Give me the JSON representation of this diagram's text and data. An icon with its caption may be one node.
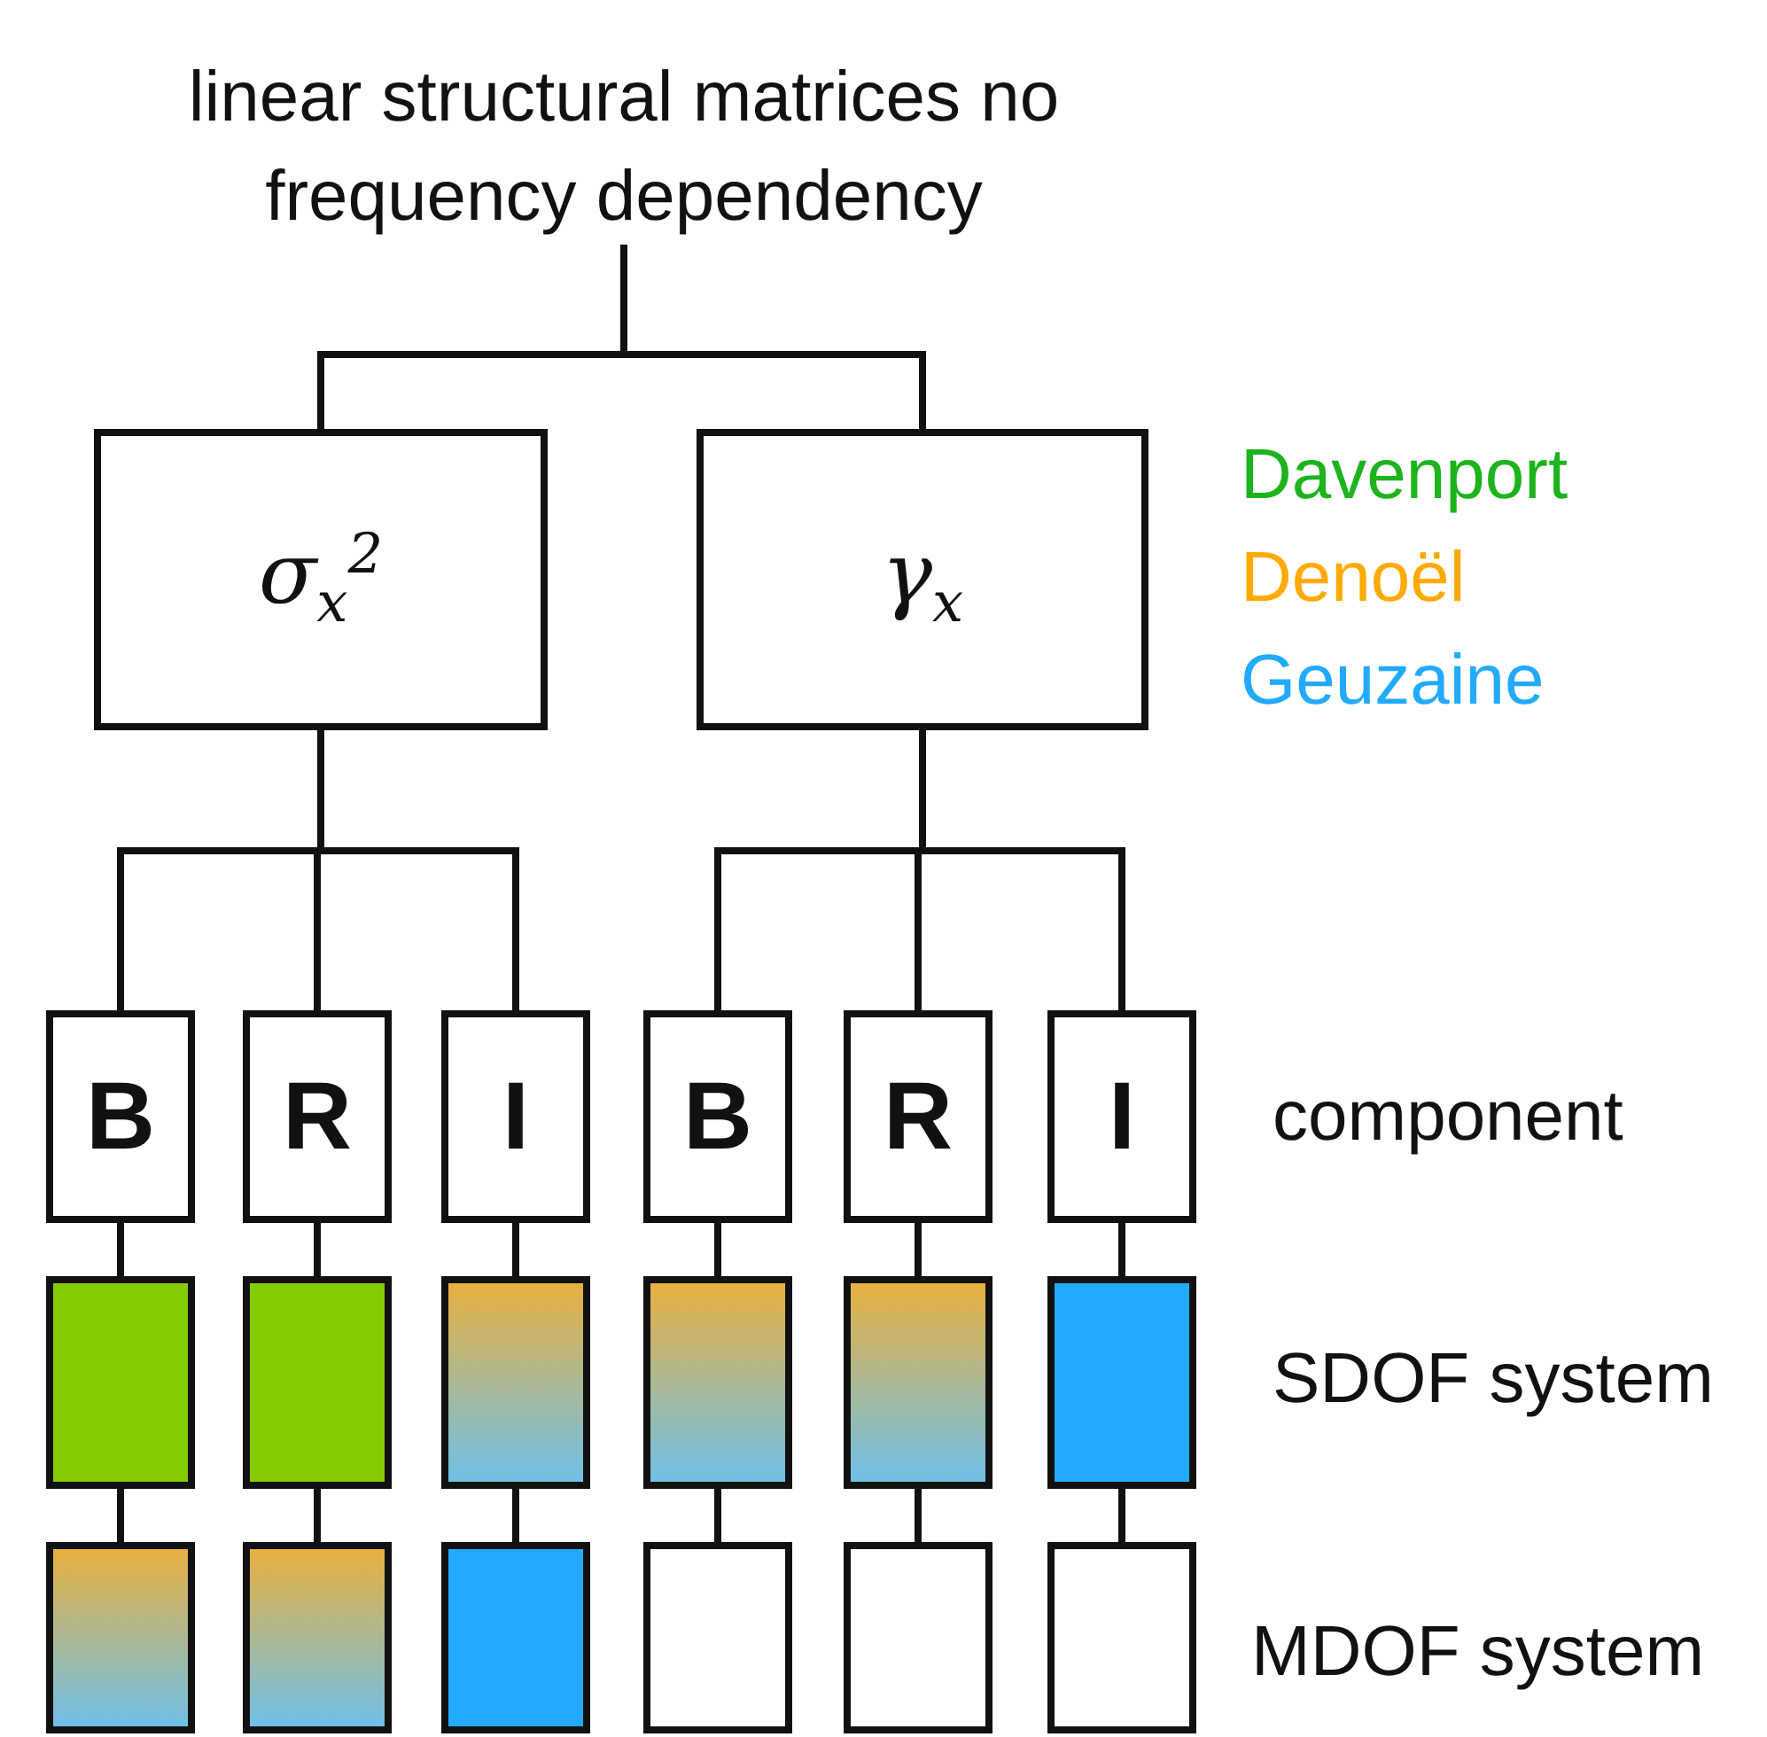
{
  "diagram": {
    "nodes": [
      {
        "text": [
          "linear structural matrices no frequency dependency"
        ]
      },
      {
        "text": [
          "σ$_{x}$$^{2}$"
        ]
      },
      {
        "text": [
          "γ$_{x}$"
        ]
      },
      {
        "text": [
          "B"
        ]
      },
      {
        "text": [
          "R"
        ]
      },
      {
        "text": [
          "I"
        ]
      },
      {
        "text": [
          "B"
        ]
      },
      {
        "text": [
          "R"
        ]
      },
      {
        "text": [
          "I"
        ]
      },
      {
        "text": [],
        "shape": "box"
      },
      {
        "text": [],
        "shape": "box"
      },
      {
        "text": [],
        "shape": "box"
      },
      {
        "text": [],
        "shape": "box"
      },
      {
        "text": [],
        "shape": "box"
      },
      {
        "text": [],
        "shape": "box"
      },
      {
        "text": [],
        "shape": "box"
      },
      {
        "text": [],
        "shape": "box"
      },
      {
        "text": [],
        "shape": "box"
      },
      {
        "text": [],
        "shape": "box"
      },
      {
        "text": [],
        "shape": "box"
      },
      {
        "text": [],
        "shape": "box"
      }
    ],
    "edges": [
      {
        "from": 0,
        "to": 1,
        "arrow": "none"
      },
      {
        "from": 0,
        "to": 2,
        "arrow": "none"
      },
      {
        "from": 1,
        "to": 3,
        "arrow": "none"
      },
      {
        "from": 1,
        "to": 4,
        "arrow": "none"
      },
      {
        "from": 1,
        "to": 5,
        "arrow": "none"
      },
      {
        "from": 2,
        "to": 6,
        "arrow": "none"
      },
      {
        "from": 2,
        "to": 7,
        "arrow": "none"
      },
      {
        "from": 2,
        "to": 8,
        "arrow": "none"
      },
      {
        "from": 3,
        "to": 9,
        "arrow": "none"
      },
      {
        "from": 4,
        "to": 10,
        "arrow": "none"
      },
      {
        "from": 5,
        "to": 11,
        "arrow": "none"
      },
      {
        "from": 6,
        "to": 12,
        "arrow": "none"
      },
      {
        "from": 7,
        "to": 13,
        "arrow": "none"
      },
      {
        "from": 8,
        "to": 14,
        "arrow": "none"
      },
      {
        "from": 9,
        "to": 15,
        "arrow": "none"
      },
      {
        "from": 10,
        "to": 16,
        "arrow": "none"
      },
      {
        "from": 11,
        "to": 17,
        "arrow": "none"
      },
      {
        "from": 12,
        "to": 18,
        "arrow": "none"
      },
      {
        "from": 13,
        "to": 19,
        "arrow": "none"
      },
      {
        "from": 14,
        "to": 20,
        "arrow": "none"
      }
    ],
    "labels": [
      "component",
      "SDOF system",
      "MDOF system"
    ],
    "legend": [
      {
        "text": "Davenport",
        "color": "#1db31d"
      },
      {
        "text": "Denoël",
        "color": "#ffaa00"
      },
      {
        "text": "Geuzaine",
        "color": "#22aaff"
      }
    ]
  }
}
